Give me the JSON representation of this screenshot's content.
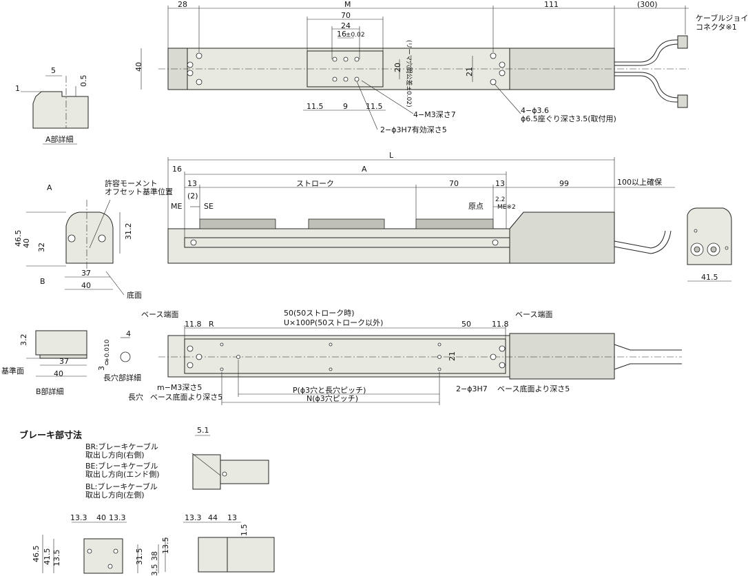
{
  "top_view": {
    "dims": {
      "d28": "28",
      "dM": "M",
      "d111": "111",
      "d300": "(300)",
      "d70": "70",
      "d24": "24",
      "d16": "16",
      "d16tol": "±0.02",
      "d40": "40",
      "d20": "20",
      "d21": "21",
      "d115a": "11.5",
      "d9": "9",
      "d115b": "11.5",
      "rail_note": "(リーマ穴間公差±0.02)"
    },
    "callouts": {
      "cable_joint_1": "ケーブルジョイント",
      "cable_joint_2": "コネクタ※1",
      "m3": "4−M3深さ7",
      "phi3": "2−ϕ3H7有効深さ5",
      "phi36_1": "4−ϕ3.6",
      "phi36_2": "ϕ6.5座ぐり深さ3.5(取付用)"
    }
  },
  "detail_a": {
    "d5": "5",
    "d1": "1",
    "d05": "0.5",
    "label": "A部詳細"
  },
  "front_view": {
    "dims": {
      "dL": "L",
      "d16": "16",
      "dA_top": "A",
      "d13a": "13",
      "stroke": "ストローク",
      "d70": "70",
      "d13b": "13",
      "d99": "99",
      "d100": "100以上確保",
      "d2": "(2)",
      "ME": "ME",
      "SE": "SE",
      "origin": "原点",
      "d22": "2.2",
      "ME2": "ME※2"
    }
  },
  "end_view": {
    "dims": {
      "A": "A",
      "B": "B",
      "d465": "46.5",
      "d40v": "40",
      "d32": "32",
      "d312": "31.2",
      "d37": "37",
      "d40h": "40",
      "note1": "許容モーメント",
      "note2": "オフセット基準位置",
      "bottom": "底面"
    }
  },
  "right_end": {
    "d415": "41.5"
  },
  "bottom_view": {
    "dims": {
      "base_end_l": "ベース端面",
      "base_end_r": "ベース端面",
      "d118a": "11.8",
      "R": "R",
      "d50": "50(50ストローク時)",
      "dU": "U×100P(50ストローク以外)",
      "d50b": "50",
      "d118b": "11.8",
      "d21": "21",
      "m3": "m−M3深さ5",
      "slot": "長穴",
      "slot_depth": "ベース底面より深さ5",
      "P": "P(ϕ3穴と長穴ピッチ)",
      "N": "N(ϕ3穴ピッチ)",
      "phi3": "2−ϕ3H7",
      "phi3_depth": "ベース底面より深さ5"
    }
  },
  "detail_b": {
    "d32": "3.2",
    "d37": "37",
    "d40": "40",
    "base": "基準面",
    "label": "B部詳細"
  },
  "slot_detail": {
    "d4": "4",
    "d3": "3",
    "tol_top": "+0.010",
    "tol_bot": "0",
    "label": "長穴部詳細"
  },
  "brake": {
    "title": "ブレーキ部寸法",
    "d51": "5.1",
    "br1": "BR:ブレーキケーブル",
    "br2": "取出し方向(右側)",
    "be1": "BE:ブレーキケーブル",
    "be2": "取出し方向(エンド側)",
    "bl1": "BL:ブレーキケーブル",
    "bl2": "取出し方向(左側)",
    "end_dims": {
      "d133a": "13.3",
      "d40": "40",
      "d133b": "13.3",
      "d465": "46.5",
      "d415": "41.5",
      "d135": "13.5",
      "d315": "31.5"
    },
    "side_dims": {
      "d133": "13.3",
      "d44": "44",
      "d13": "13",
      "d15": "1.5",
      "d135": "13.5",
      "d38": "38",
      "d35": "3.5"
    }
  }
}
